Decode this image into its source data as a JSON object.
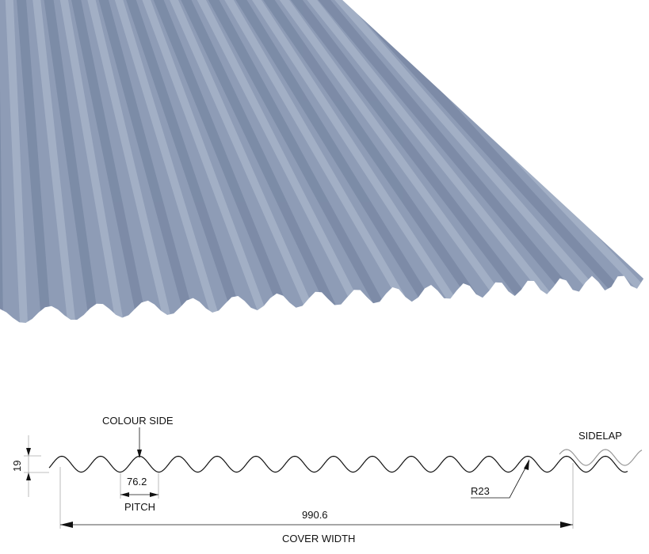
{
  "colors": {
    "sheet": "#8e9cb6",
    "sheet_dark": "#6f7f9c",
    "sheet_light": "#b3bfd2",
    "line": "#111111",
    "sidelap": "#999999"
  },
  "labels": {
    "colour_side": "COLOUR SIDE",
    "sidelap": "SIDELAP",
    "height": "19",
    "pitch_value": "76.2",
    "pitch": "PITCH",
    "radius": "R23",
    "cover_width_value": "990.6",
    "cover_width": "COVER WIDTH"
  }
}
